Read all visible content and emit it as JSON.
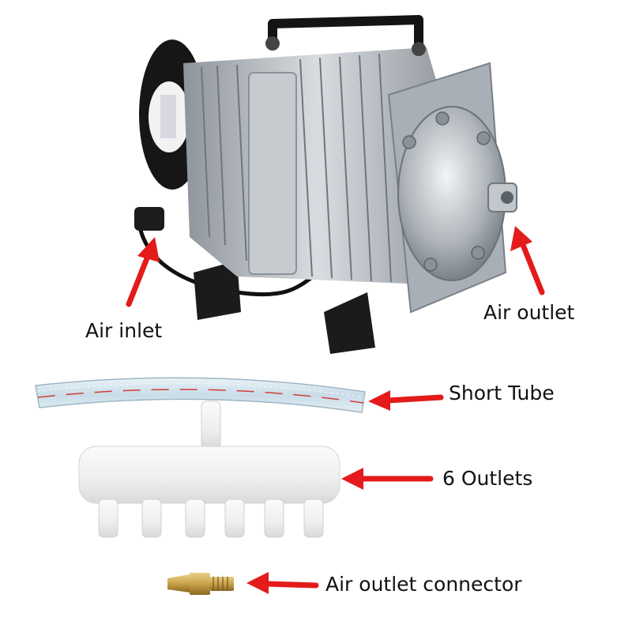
{
  "labels": {
    "air_inlet": "Air inlet",
    "air_outlet": "Air outlet",
    "short_tube": "Short Tube",
    "six_outlets": "6 Outlets",
    "connector": "Air outlet connector"
  },
  "colors": {
    "arrow": "#e31b1b",
    "metal": "#b7bdc4",
    "metal_dark": "#7d848c",
    "plastic": "#f1f1f1",
    "motor": "#1a1a1a",
    "brass": "#c9a24a"
  }
}
